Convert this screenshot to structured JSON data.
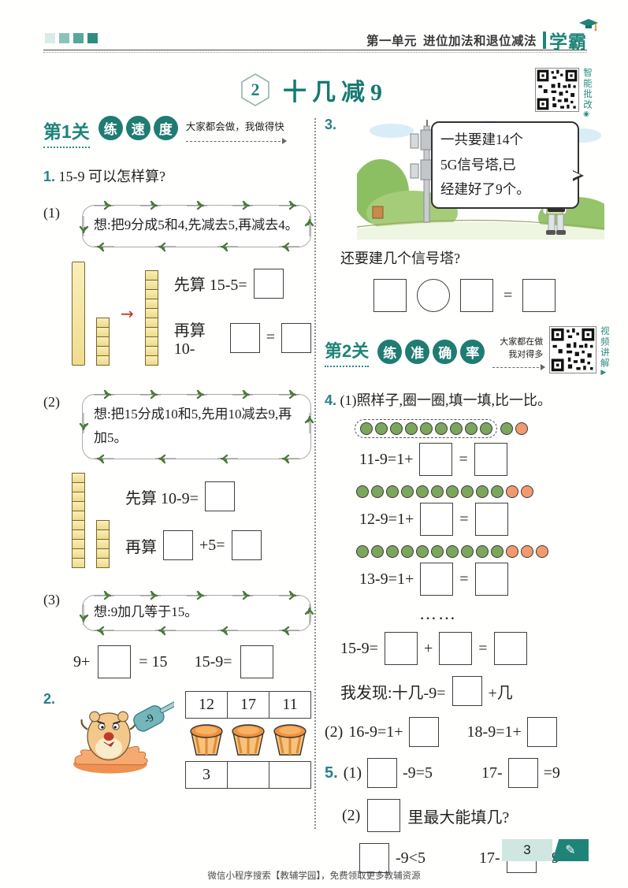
{
  "colors": {
    "accent": "#1f8478",
    "accent_dark": "#16756c",
    "leaf_green": "#4a7a3a",
    "dot_green": "#7ca65c",
    "dot_orange": "#f09a6e",
    "block_yellow": "#f5e49a",
    "mallet_teal": "#74b6ba"
  },
  "header": {
    "unit": "第一单元",
    "chapter": "进位加法和退位减法",
    "brand": "学霸"
  },
  "qr_smart_label": "智能批改",
  "qr_video_label": "视频讲解",
  "title": {
    "number": "2",
    "text": "十几减9"
  },
  "gate1": {
    "label": "第1关",
    "badges": [
      "练",
      "速",
      "度"
    ],
    "tagline": "大家都会做，我做得快"
  },
  "gate2": {
    "label": "第2关",
    "badges": [
      "练",
      "准",
      "确",
      "率"
    ],
    "tagline1": "大家都在做",
    "tagline2": "我对得多"
  },
  "q1": {
    "number": "1.",
    "question": "15-9 可以怎样算?",
    "p1": {
      "label": "(1)",
      "hint": "想:把9分成5和4,先减去5,再减去4。",
      "line1": "先算 15-5=",
      "line2a": "再算 10-",
      "line2b": "=",
      "arrow": "→",
      "blocks": {
        "small": 5,
        "result": 10
      }
    },
    "p2": {
      "label": "(2)",
      "hint": "想:把15分成10和5,先用10减去9,再加5。",
      "line1": "先算 10-9=",
      "line2a": "再算",
      "line2b": "+5=",
      "blocks": {
        "tens": 10,
        "ones": 5
      }
    },
    "p3": {
      "label": "(3)",
      "hint": "想:9加几等于15。",
      "eq1a": "9+",
      "eq1b": "= 15",
      "eq2a": "15-9="
    }
  },
  "q2": {
    "number": "2.",
    "mallet_label": "-9",
    "top_row": [
      "12",
      "17",
      "11"
    ],
    "bottom_row": [
      "3",
      "",
      ""
    ]
  },
  "q3": {
    "number": "3.",
    "speech1": "一共要建14个",
    "speech2": "5G信号塔,已",
    "speech3": "经建好了9个。",
    "question": "还要建几个信号塔?",
    "equals": "="
  },
  "q4": {
    "number": "4.",
    "p1_label": "(1)",
    "p1_text": "照样子,圈一圈,填一填,比一比。",
    "rows": [
      {
        "eq": "11-9=1+",
        "mid": "=",
        "circled": 9,
        "green_out": 1,
        "orange": 1
      },
      {
        "eq": "12-9=1+",
        "mid": "=",
        "circled": 0,
        "green_out": 10,
        "orange": 2
      },
      {
        "eq": "13-9=1+",
        "mid": "=",
        "circled": 0,
        "green_out": 10,
        "orange": 3
      }
    ],
    "ellipsis": "……",
    "eq15a": "15-9=",
    "eq15b": "+",
    "eq15c": "=",
    "discover_a": "我发现:十几-9=",
    "discover_b": "+几",
    "p2_label": "(2)",
    "p2_eq1": "16-9=1+",
    "p2_eq2": "18-9=1+"
  },
  "q5": {
    "number": "5.",
    "p1_label": "(1)",
    "p1_eq1b": "-9=5",
    "p1_eq2a": "17-",
    "p1_eq2b": "=9",
    "p2_label": "(2)",
    "p2_text": "里最大能填几?",
    "p2_eq1b": "-9<5",
    "p2_eq2a": "17-",
    "p2_eq2b": ">9"
  },
  "footer": {
    "page": "3",
    "pencil": "✎",
    "text": "微信小程序搜索【教辅学园】，免费领取更多教辅资源"
  }
}
